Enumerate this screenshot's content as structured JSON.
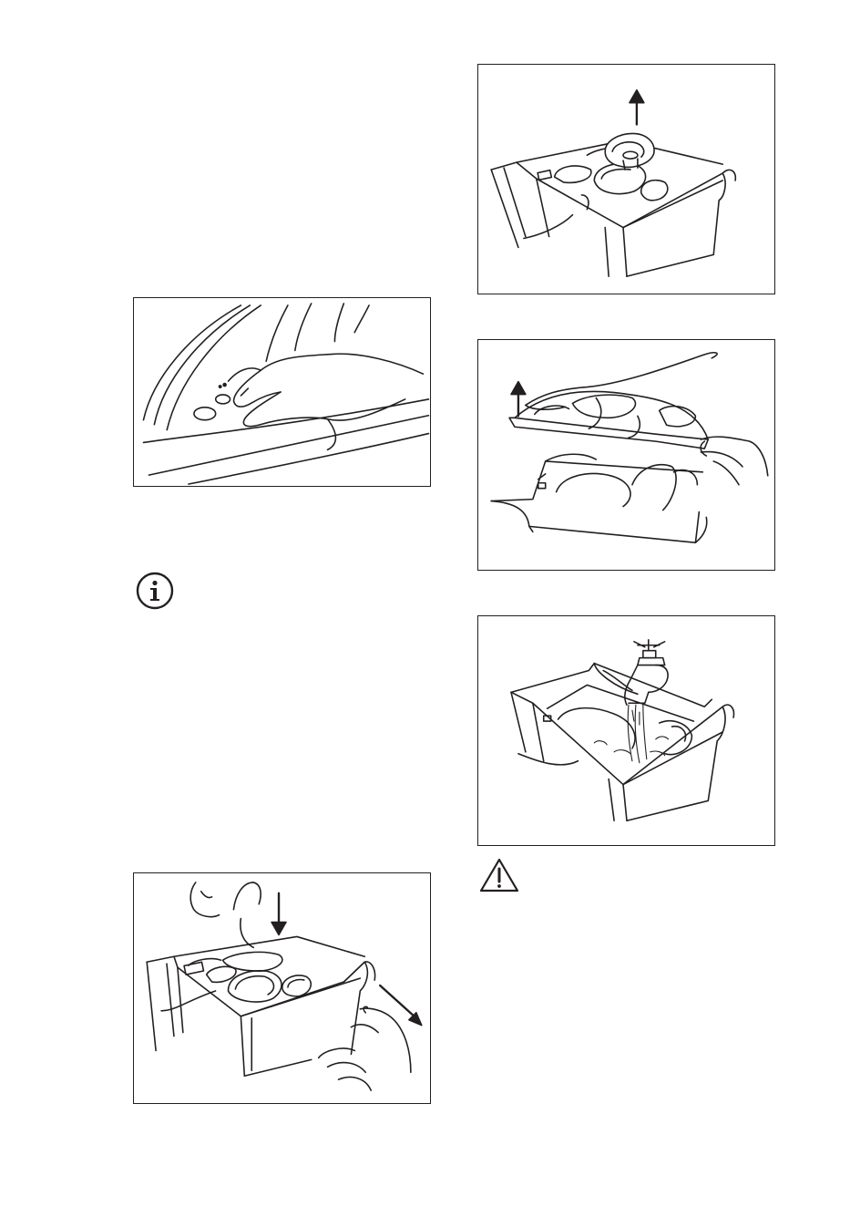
{
  "page": {
    "background": "#ffffff",
    "line_color": "#231f20"
  },
  "figures": [
    {
      "id": "fig-drum-filter",
      "icon": "hand-drum-filter-illustration"
    },
    {
      "id": "fig-dispenser-lever",
      "icon": "hand-pressing-dispenser-lever-illustration"
    },
    {
      "id": "fig-siphon-removal",
      "icon": "siphon-cap-removal-illustration"
    },
    {
      "id": "fig-insert-lift",
      "icon": "hands-lifting-insert-illustration"
    },
    {
      "id": "fig-rinse-tap",
      "icon": "tap-rinsing-dispenser-illustration"
    }
  ],
  "icons": {
    "info": "info-icon",
    "warning": "warning-icon"
  }
}
